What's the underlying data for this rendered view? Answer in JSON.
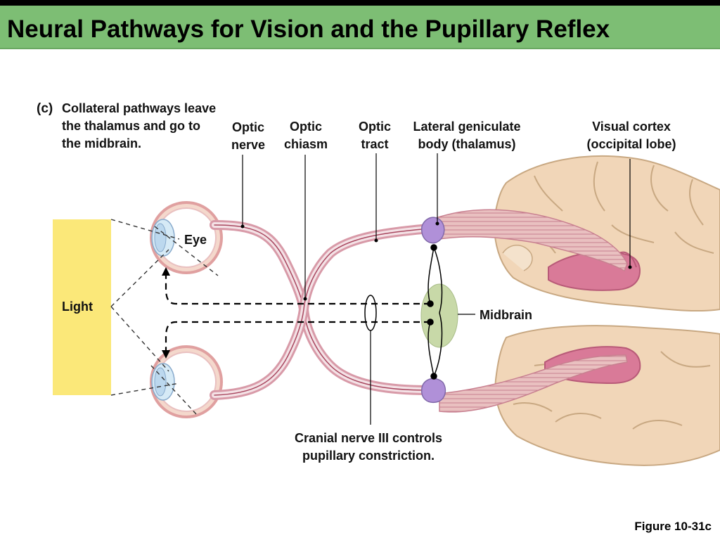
{
  "slide": {
    "title": "Neural Pathways for Vision and the Pupillary Reflex",
    "figure_label": "Figure 10-31c"
  },
  "caption": {
    "letter": "(c)",
    "text": "Collateral pathways leave the thalamus and go to the midbrain."
  },
  "labels": {
    "optic_nerve": "Optic nerve",
    "optic_chiasm": "Optic chiasm",
    "optic_tract": "Optic tract",
    "lgn": "Lateral geniculate body (thalamus)",
    "visual_cortex": "Visual cortex (occipital lobe)",
    "eye": "Eye",
    "light": "Light",
    "midbrain": "Midbrain",
    "cranial_nerve": "Cranial nerve III controls pupillary constriction."
  },
  "colors": {
    "title_bar": "#7dbe74",
    "light_box": "#fbe879",
    "nerve": "#e8b9b9",
    "cortex": "#f1d6b8",
    "midbrain": "#c8d9a8",
    "nucleus": "#b090d8",
    "visual_area": "#d97a98"
  }
}
